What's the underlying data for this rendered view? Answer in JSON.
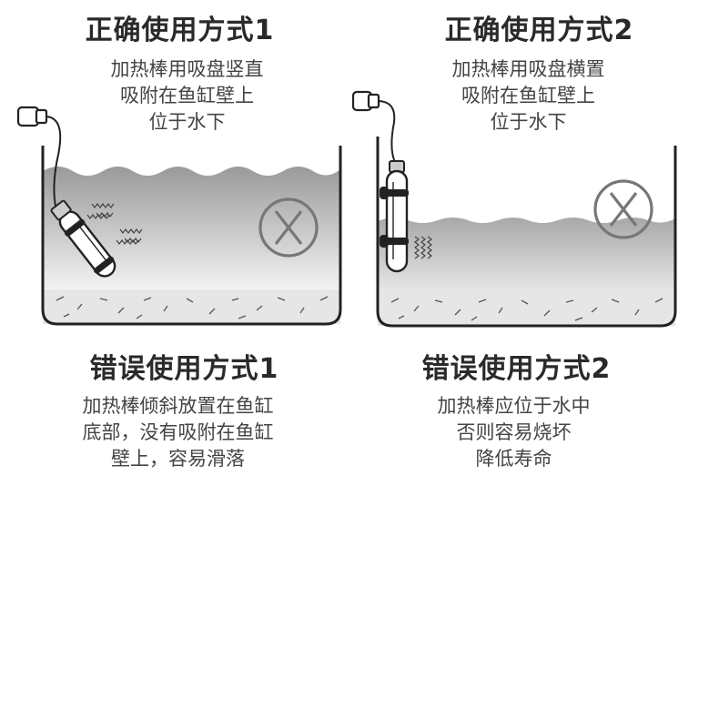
{
  "panels": [
    {
      "title": "正确使用方式1",
      "lines": [
        "加热棒用吸盘竖直",
        "吸附在鱼缸壁上",
        "位于水下"
      ]
    },
    {
      "title": "正确使用方式2",
      "lines": [
        "加热棒用吸盘横置",
        "吸附在鱼缸壁上",
        "位于水下"
      ]
    },
    {
      "title": "错误使用方式1",
      "lines": [
        "加热棒倾斜放置在鱼缸",
        "底部，没有吸附在鱼缸",
        "壁上，容易滑落"
      ]
    },
    {
      "title": "错误使用方式2",
      "lines": [
        "加热棒应位于水中",
        "否则容易烧坏",
        "降低寿命"
      ]
    }
  ],
  "icons": {
    "wrong_mark": "circle-x-icon",
    "heat_waves": "heat-wave-icon",
    "heater": "aquarium-heater-icon",
    "plug": "plug-icon"
  },
  "colors": {
    "outline": "#222222",
    "water_top": "#9a9a9a",
    "water_bottom": "#f2f2f2",
    "gravel": "#e6e6e6",
    "wrong_mark": "#777777"
  }
}
